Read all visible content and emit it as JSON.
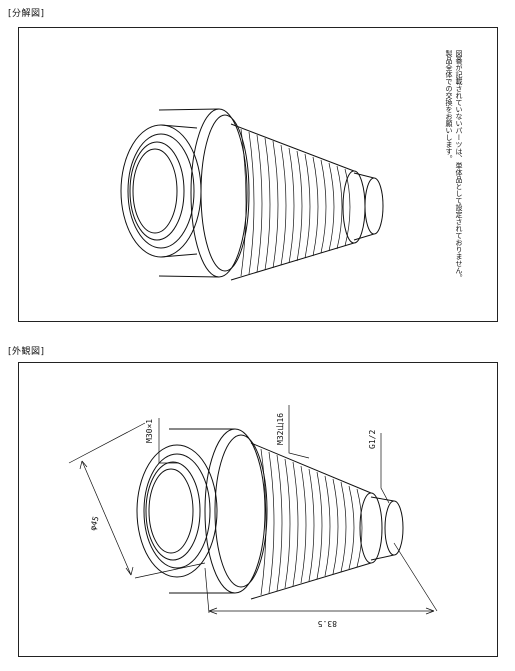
{
  "exploded_view": {
    "title": "[分解図]",
    "note_line1": "図番が記載されていないパーツは、単体品として設定されておりません。",
    "note_line2": "製品全体での交換をお願いします。"
  },
  "external_view": {
    "title": "[外観図]",
    "labels": {
      "thread_m30": "M30×1",
      "thread_m32": "M32山16",
      "thread_g12": "G1/2",
      "diameter": "φ45",
      "length": "83.5"
    }
  }
}
